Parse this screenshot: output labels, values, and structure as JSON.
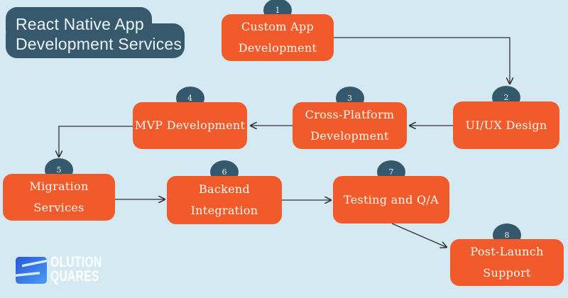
{
  "title": {
    "line1": "React Native App",
    "line2": "Development Services"
  },
  "steps": [
    {
      "number": "1",
      "label": "Custom App Development"
    },
    {
      "number": "2",
      "label": "UI/UX Design"
    },
    {
      "number": "3",
      "label": "Cross-Platform Development"
    },
    {
      "number": "4",
      "label": "MVP Development"
    },
    {
      "number": "5",
      "label": "Migration Services"
    },
    {
      "number": "6",
      "label": "Backend Integration"
    },
    {
      "number": "7",
      "label": "Testing and Q/A"
    },
    {
      "number": "8",
      "label": "Post-Launch Support"
    }
  ],
  "logo": {
    "line1": "OLUTION",
    "line2": "QUARES"
  },
  "colors": {
    "background": "#d4e9f1",
    "box_orange": "#f15b2b",
    "badge_slate": "#34586c",
    "title_slate": "#36596d",
    "arrow": "#333333",
    "box_text": "#fdf7ef",
    "logo_blue_start": "#2958d8",
    "logo_blue_end": "#4b9bf5"
  }
}
